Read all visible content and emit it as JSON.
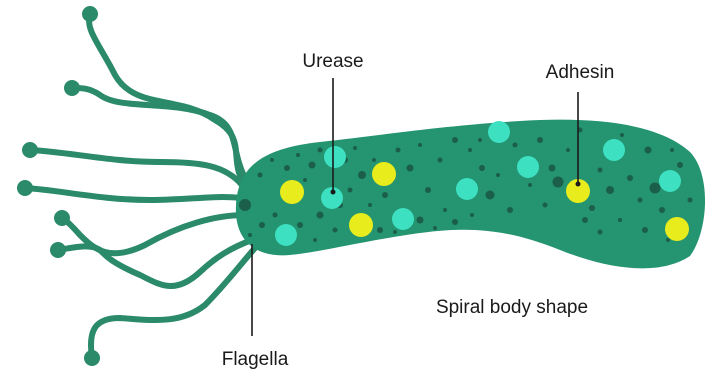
{
  "labels": {
    "urease": "Urease",
    "adhesin": "Adhesin",
    "spiral_body": "Spiral body shape",
    "flagella": "Flagella"
  },
  "colors": {
    "body": "#249471",
    "body_dark": "#1b5e49",
    "flagella": "#2a8a6a",
    "urease": "#3ee0c2",
    "adhesin": "#e8ec1c",
    "pointer": "#1a1a1a"
  }
}
